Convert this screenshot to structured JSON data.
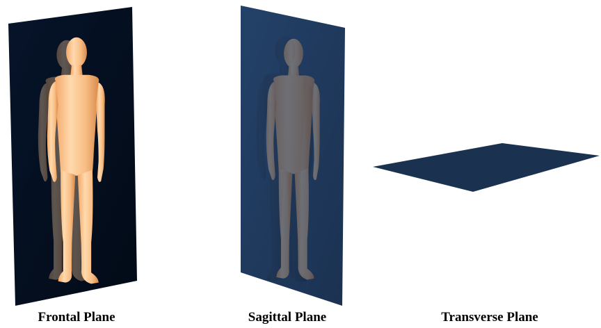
{
  "captions": {
    "frontal": "Frontal Plane",
    "sagittal": "Sagittal Plane",
    "transverse": "Transverse Plane"
  },
  "colors": {
    "frontal_plane": "#04101f",
    "sagittal_plane": "#0f2a4f",
    "transverse_plane": "#0e2747",
    "skin_light": "#ffd8a8",
    "skin_mid": "#f5ae6e",
    "skin_dark": "#d9884a",
    "caption_text": "#000000"
  },
  "figures": [
    {
      "name": "frontal-figure",
      "icon": "human-figure-front-view"
    },
    {
      "name": "sagittal-figure",
      "icon": "human-figure-side-view"
    },
    {
      "name": "transverse-figure",
      "icon": "human-figure-three-quarter-view"
    }
  ]
}
